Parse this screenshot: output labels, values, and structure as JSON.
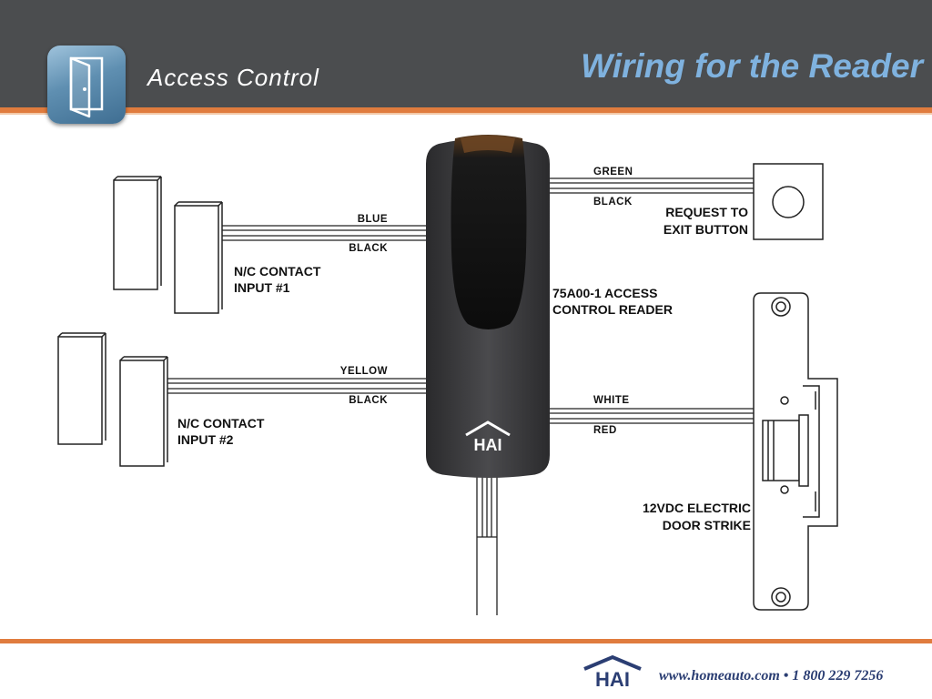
{
  "header": {
    "section_title": "Access Control",
    "slide_title": "Wiring for the Reader"
  },
  "icons": {
    "section_icon": "door-icon",
    "logo": "hai-logo"
  },
  "diagram": {
    "reader": {
      "label_line1": "75A00-1 ACCESS",
      "label_line2": "CONTROL READER",
      "logo_text": "HAI"
    },
    "contact1": {
      "label_line1": "N/C CONTACT",
      "label_line2": "INPUT #1",
      "wire_top": "BLUE",
      "wire_bottom": "BLACK"
    },
    "contact2": {
      "label_line1": "N/C CONTACT",
      "label_line2": "INPUT #2",
      "wire_top": "YELLOW",
      "wire_bottom": "BLACK"
    },
    "exit_button": {
      "label_line1": "REQUEST TO",
      "label_line2": "EXIT BUTTON",
      "wire_top": "GREEN",
      "wire_bottom": "BLACK"
    },
    "door_strike": {
      "label_line1": "12VDC ELECTRIC",
      "label_line2": "DOOR STRIKE",
      "wire_top": "WHITE",
      "wire_bottom": "RED"
    }
  },
  "footer": {
    "logo_text": "HAI",
    "contact": "www.homeauto.com • 1 800 229 7256"
  },
  "colors": {
    "header_bg": "#4b4d4f",
    "accent_orange": "#e07c3e",
    "title_blue": "#7fb2df",
    "footer_blue": "#2b3e73"
  }
}
